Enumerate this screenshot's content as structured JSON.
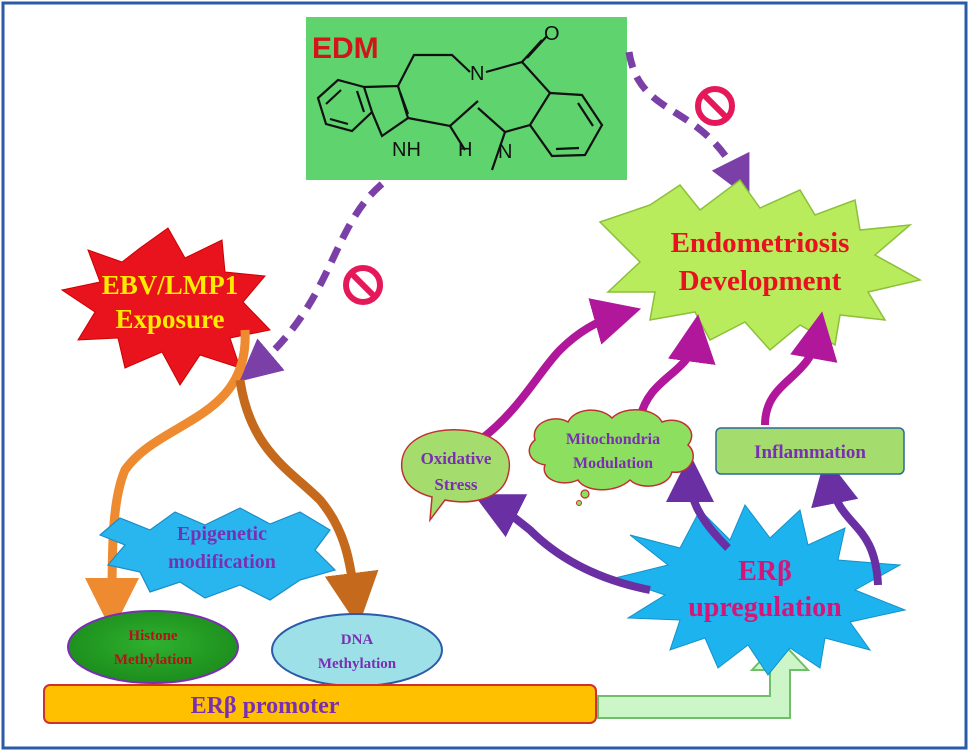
{
  "edm": {
    "label": "EDM",
    "atoms": {
      "carbonyl_o": "O",
      "amide_n": "N",
      "indole_nh": "NH",
      "h": "H",
      "methyl_n": "N"
    }
  },
  "ebv": {
    "line1": "EBV/LMP1",
    "line2": "Exposure"
  },
  "endometriosis": {
    "line1": "Endometriosis",
    "line2": "Development"
  },
  "epigenetic": {
    "line1": "Epigenetic",
    "line2": "modification"
  },
  "histone": {
    "line1": "Histone",
    "line2": "Methylation"
  },
  "dna": {
    "line1": "DNA",
    "line2": "Methylation"
  },
  "promoter": {
    "label": "ERβ promoter"
  },
  "erb": {
    "line1": "ERβ",
    "line2": "upregulation"
  },
  "oxidative": {
    "line1": "Oxidative",
    "line2": "Stress"
  },
  "mitochondria": {
    "line1": "Mitochondria",
    "line2": "Modulation"
  },
  "inflammation": {
    "label": "Inflammation"
  },
  "colors": {
    "inhibit_arrow": "#7b3fa8",
    "magenta_arrow": "#b0179a",
    "purple_arrow": "#6a2fa3",
    "orange_arrow": "#ee8a2f",
    "brown_arrow": "#c56a1c",
    "title_red": "#e8111f",
    "label_purple": "#6a2fa3",
    "label_magenta": "#d4157a",
    "inhibit_sign": "#e5185a"
  }
}
